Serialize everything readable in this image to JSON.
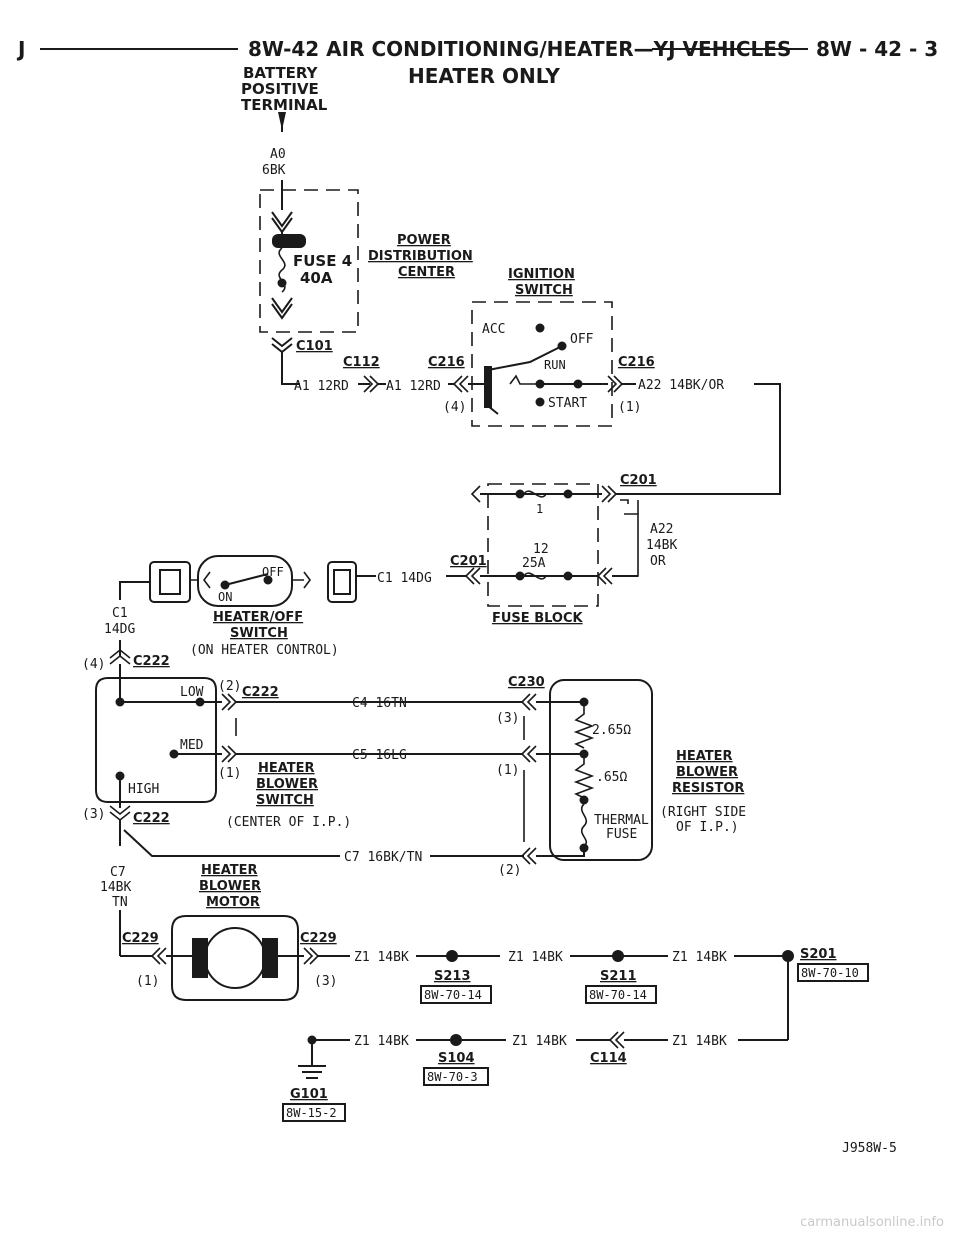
{
  "header": {
    "left": "J",
    "title": "8W-42 AIR CONDITIONING/HEATER—YJ VEHICLES",
    "page": "8W - 42 - 3",
    "subtitle": "HEATER ONLY"
  },
  "battery": {
    "line1": "BATTERY",
    "line2": "POSITIVE",
    "line3": "TERMINAL",
    "wire1": "A0",
    "wire2": "6BK"
  },
  "pdc": {
    "line1": "POWER",
    "line2": "DISTRIBUTION",
    "line3": "CENTER",
    "fuse1": "FUSE 4",
    "fuse2": "40A"
  },
  "connectors": {
    "c101": "C101",
    "c112": "C112",
    "c216a": "C216",
    "c216b": "C216",
    "c201a": "C201",
    "c201b": "C201",
    "c222a": "C222",
    "c222b": "C222",
    "c222c": "C222",
    "c230": "C230",
    "c229a": "C229",
    "c229b": "C229",
    "c114": "C114"
  },
  "wires": {
    "a1a": "A1 12RD",
    "a1b": "A1 12RD",
    "a22": "A22 14BK/OR",
    "a22v1": "A22",
    "a22v2": "14BK",
    "a22v3": "OR",
    "c1": "C1 14DG",
    "c1v1": "C1",
    "c1v2": "14DG",
    "c4": "C4 16TN",
    "c5": "C5 16LG",
    "c7": "C7 16BK/TN",
    "c7v1": "C7",
    "c7v2": "14BK",
    "c7v3": "TN",
    "z1a": "Z1 14BK",
    "z1b": "Z1 14BK",
    "z1c": "Z1 14BK",
    "z1d": "Z1 14BK",
    "z1e": "Z1 14BK",
    "z1f": "Z1 14BK"
  },
  "pins": {
    "p4a": "(4)",
    "p1a": "(1)",
    "p4b": "(4)",
    "p2": "(2)",
    "p1b": "(1)",
    "p3a": "(3)",
    "p3b": "(3)",
    "p1c": "(1)",
    "p2b": "(2)",
    "p1d": "(1)",
    "p3c": "(3)"
  },
  "ignition": {
    "title1": "IGNITION",
    "title2": "SWITCH",
    "acc": "ACC",
    "off": "OFF",
    "run": "RUN",
    "start": "START"
  },
  "fuseblock": {
    "title": "FUSE BLOCK",
    "f1": "1",
    "f12": "12",
    "f25": "25A"
  },
  "heater_switch": {
    "off": "OFF",
    "on": "ON",
    "title1": "HEATER/OFF",
    "title2": "SWITCH",
    "note": "(ON HEATER CONTROL)"
  },
  "blower_switch": {
    "low": "LOW",
    "med": "MED",
    "high": "HIGH",
    "title1": "HEATER",
    "title2": "BLOWER",
    "title3": "SWITCH",
    "note": "(CENTER OF I.P.)"
  },
  "resistor": {
    "r1": "2.65Ω",
    "r2": ".65Ω",
    "fuse1": "THERMAL",
    "fuse2": "FUSE",
    "title1": "HEATER",
    "title2": "BLOWER",
    "title3": "RESISTOR",
    "note1": "(RIGHT SIDE",
    "note2": "OF I.P.)"
  },
  "motor": {
    "title1": "HEATER",
    "title2": "BLOWER",
    "title3": "MOTOR"
  },
  "splices": {
    "s213": "S213",
    "s213ref": "8W-70-14",
    "s211": "S211",
    "s211ref": "8W-70-14",
    "s201": "S201",
    "s201ref": "8W-70-10",
    "s104": "S104",
    "s104ref": "8W-70-3"
  },
  "ground": {
    "name": "G101",
    "ref": "8W-15-2"
  },
  "figure_id": "J958W-5",
  "watermark": "carmanualsonline.info"
}
